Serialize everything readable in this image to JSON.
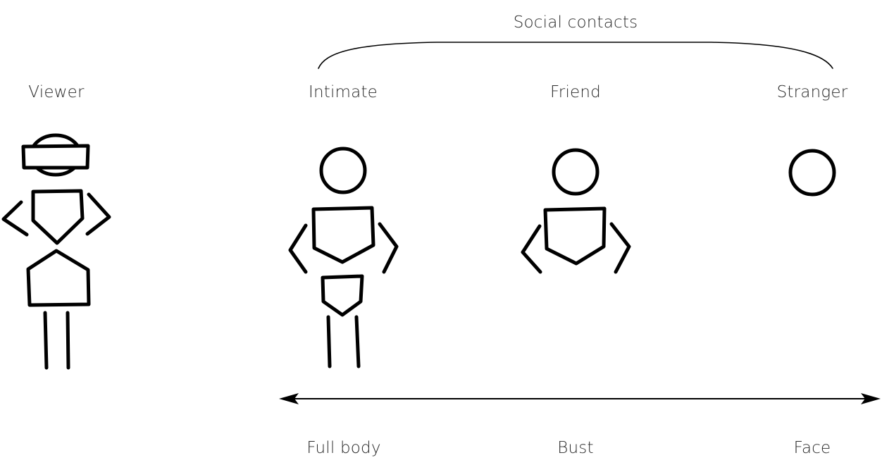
{
  "group_label": "Social contacts",
  "columns": {
    "viewer": "Viewer",
    "intimate": "Intimate",
    "friend": "Friend",
    "stranger": "Stranger"
  },
  "framing": {
    "full_body": "Full body",
    "bust": "Bust",
    "face": "Face"
  },
  "colors": {
    "ink": "#000000",
    "text": "#2b2b2b",
    "background": "#ffffff"
  }
}
